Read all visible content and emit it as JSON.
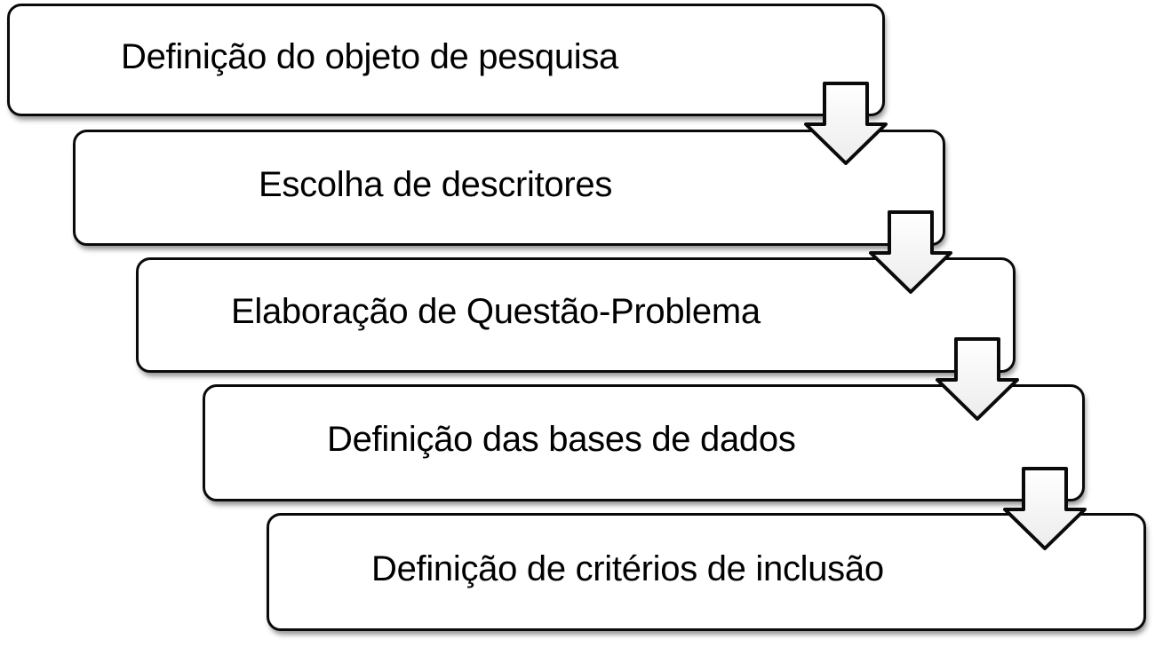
{
  "diagram": {
    "type": "step-down-process-flowchart",
    "steps": [
      {
        "label": "Definição do objeto de pesquisa"
      },
      {
        "label": "Escolha de descritores"
      },
      {
        "label": "Elaboração de Questão-Problema"
      },
      {
        "label": "Definição das bases de dados"
      },
      {
        "label": "Definição de critérios de inclusão"
      }
    ],
    "connector_icon": "down-block-arrow-icon",
    "colors": {
      "box_fill": "#ffffff",
      "box_border": "#0a0a0a",
      "text": "#000000",
      "arrow_fill_top": "#ffffff",
      "arrow_fill_bottom": "#ececec",
      "shadow": "rgba(0,0,0,0.42)"
    }
  }
}
